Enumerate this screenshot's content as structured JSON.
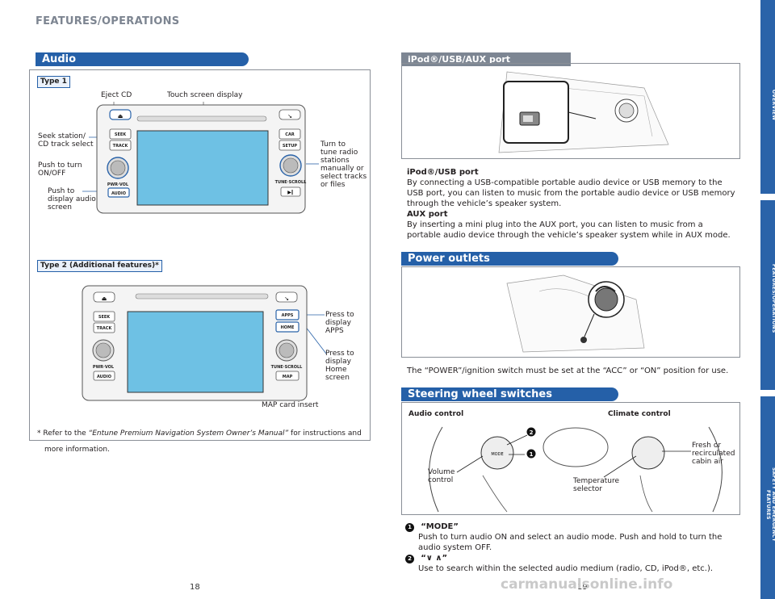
{
  "header": {
    "title": "FEATURES/OPERATIONS"
  },
  "audio": {
    "title": "Audio",
    "type1": {
      "tag": "Type 1",
      "labels": {
        "eject": "Eject CD",
        "touch": "Touch screen display",
        "seek": "Seek station/\nCD track select",
        "power": "Push to turn\nON/OFF",
        "audio_screen": "Push to\ndisplay audio\nscreen",
        "tune": "Turn to\ntune radio\nstations\nmanually or\nselect tracks\nor files"
      },
      "buttons": {
        "seek": "SEEK",
        "track": "TRACK",
        "pwr": "PWR·VOL",
        "audio": "AUDIO",
        "car": "CAR",
        "setup": "SETUP",
        "tune": "TUNE·SCROLL"
      }
    },
    "type2": {
      "tag": "Type 2 (Additional features)*",
      "labels": {
        "apps": "Press to\ndisplay\nAPPS",
        "home": "Press to\ndisplay\nHome\nscreen",
        "map": "MAP card insert"
      },
      "buttons": {
        "seek": "SEEK",
        "track": "TRACK",
        "pwr": "PWR·VOL",
        "audio": "AUDIO",
        "apps": "APPS",
        "home": "HOME",
        "tune": "TUNE·SCROLL",
        "map": "MAP"
      }
    },
    "footnote_prefix": "* Refer to the ",
    "footnote_italic": "“Entune Premium Navigation System Owner’s Manual”",
    "footnote_suffix": " for instructions and",
    "footnote_line2": "more information."
  },
  "ipod": {
    "title": "iPod®/USB/AUX port",
    "usb_heading": "iPod®/USB port",
    "usb_text": "By connecting a USB-compatible portable audio device or USB memory to the USB port, you can listen to music from the portable audio device or USB memory through the vehicle’s speaker system.",
    "aux_heading": "AUX port",
    "aux_text": "By inserting a mini plug into the AUX port, you can listen to music from a portable audio device through the vehicle’s speaker system while in AUX mode."
  },
  "power": {
    "title": "Power outlets",
    "text": "The “POWER”/ignition switch must be set at the “ACC” or “ON” position for use."
  },
  "steering": {
    "title": "Steering wheel switches",
    "audio_control": "Audio control",
    "climate_control": "Climate control",
    "volume": "Volume\ncontrol",
    "temperature": "Temperature\nselector",
    "fresh": "Fresh or\nrecirculated\ncabin air",
    "items": [
      {
        "num": "1",
        "title": "“MODE”",
        "text": "Push to turn audio ON and select an audio mode. Push and hold to turn the audio system OFF."
      },
      {
        "num": "2",
        "title": "“∨ ∧”",
        "text": "Use to search within the selected audio medium (radio, CD, iPod®, etc.)."
      }
    ]
  },
  "tabs": {
    "overview": "OVERVIEW",
    "features": "FEATURES/OPERATIONS",
    "safety": "SAFETY AND EMERGENCY FEATURES"
  },
  "pages": {
    "left": "18",
    "right": "19"
  },
  "watermark": "carmanualsonline.info",
  "colors": {
    "accent": "#2560a8",
    "grey_bar": "#7d8693",
    "tab": "#2a63a9"
  }
}
